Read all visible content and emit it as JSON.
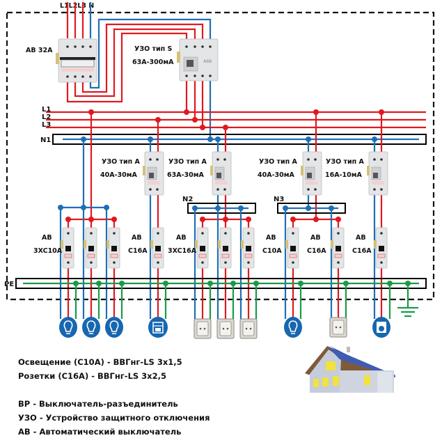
{
  "colors": {
    "phase": "#e0191f",
    "neutral": "#1f6fb5",
    "ground": "#1a9b48",
    "bus_outline": "#000000",
    "frame": "#111111",
    "device_body": "#e6e7e9",
    "icon_bg": "#1767b0"
  },
  "inputs": {
    "label": "L1L2L3 N"
  },
  "main_breaker": {
    "name": "AB 32A"
  },
  "main_rcd": {
    "type": "УЗО тип S",
    "rating": "63A-300мА"
  },
  "buses": {
    "l1": "L1",
    "l2": "L2",
    "l3": "L3",
    "n1": "N1",
    "n2": "N2",
    "n3": "N3",
    "pe": "PE"
  },
  "rcds": [
    {
      "type": "УЗО тип А",
      "rating": "40A-30мА"
    },
    {
      "type": "УЗО тип А",
      "rating": "63A-30мА"
    },
    {
      "type": "УЗО тип А",
      "rating": "40A-30мА"
    },
    {
      "type": "УЗО тип А",
      "rating": "16A-10мА"
    }
  ],
  "breaker_groups": [
    {
      "type": "AB",
      "rating": "3XC10A"
    },
    {
      "type": "AB",
      "rating": "C16A"
    },
    {
      "type": "AB",
      "rating": "3XC16A"
    },
    {
      "type": "AB",
      "rating": "C10A"
    },
    {
      "type": "AB",
      "rating": "C16A"
    },
    {
      "type": "AB",
      "rating": "C16A"
    }
  ],
  "loads": [
    {
      "icon": "lightbulb-icon"
    },
    {
      "icon": "lightbulb-icon"
    },
    {
      "icon": "lightbulb-icon"
    },
    {
      "icon": "stove-icon"
    },
    {
      "icon": "socket-icon"
    },
    {
      "icon": "socket-icon"
    },
    {
      "icon": "socket-icon"
    },
    {
      "icon": "lightbulb-icon"
    },
    {
      "icon": "socket-icon"
    },
    {
      "icon": "washing-machine-icon"
    }
  ],
  "legend": {
    "lighting": "Освещение (С10А) - ВВГнг-LS 3х1,5",
    "sockets": "Розетки (С16А) - ВВГнг-LS 3х2,5",
    "vr": "ВР - Выключатель-разъединитель",
    "uzo": "УЗО - Устройство защитного отключения",
    "av": "АВ - Автоматический выключатель"
  }
}
